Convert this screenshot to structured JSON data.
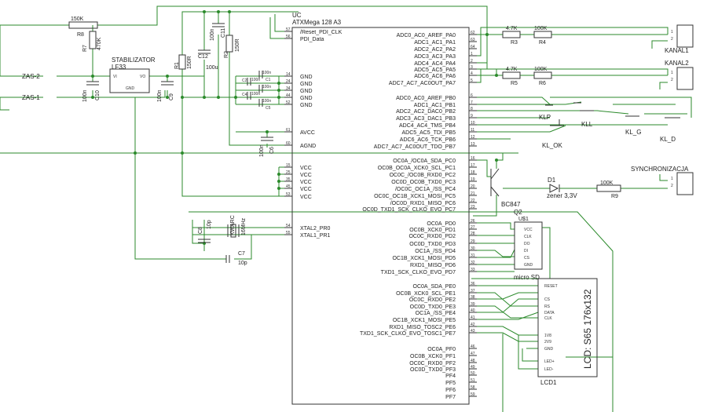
{
  "colors": {
    "wire": "#2b8a2b",
    "body": "#333333",
    "text": "#222222",
    "dot": "#2b8a2b"
  },
  "inputs": {
    "zas2": "ZAS-2",
    "zas1": "ZAS-1"
  },
  "resistors": {
    "r8": {
      "name": "R8",
      "value": "150K"
    },
    "r7": {
      "name": "R7",
      "value": "470K"
    },
    "r1": {
      "name": "R1",
      "value": "150R"
    },
    "r2": {
      "name": "R2",
      "value": "150R"
    },
    "r3": {
      "name": "R3",
      "value": "4.7K"
    },
    "r4": {
      "name": "R4",
      "value": "100K"
    },
    "r5": {
      "name": "R5",
      "value": "4.7K"
    },
    "r6": {
      "name": "R6",
      "value": "100K"
    },
    "r9": {
      "name": "R9",
      "value": "100K"
    }
  },
  "stabilizer": {
    "title": "STABILIZATOR",
    "part": "LF33",
    "vi": "VI",
    "vo": "VO",
    "gnd": "GND"
  },
  "capacitors": {
    "c12": {
      "name": "C12",
      "value": "100u"
    },
    "c11": {
      "name": "C11",
      "value": "100n"
    },
    "c10": {
      "name": "C10",
      "value": "100n"
    },
    "c9": {
      "name": "C9",
      "value": "100n"
    },
    "c1": {
      "name": "C1",
      "value": "100n"
    },
    "c2": {
      "name": "C2",
      "value": "100n"
    },
    "c3": {
      "name": "C3",
      "value": "100n"
    },
    "c4": {
      "name": "C4",
      "value": "100n"
    },
    "c5": {
      "name": "C5",
      "value": "100n"
    },
    "c6": {
      "name": "C6",
      "value": "100n"
    },
    "c7": {
      "name": "C7",
      "value": "10p"
    },
    "c8": {
      "name": "C8",
      "value": "10p"
    }
  },
  "crystal": {
    "name": "KWARC",
    "value": "16MHz"
  },
  "mcu": {
    "ref": "UC",
    "part": "ATXMega 128 A3",
    "left_pins": [
      {
        "label": "/Reset_PDI_CLK",
        "num": "57"
      },
      {
        "label": "PDI_Data",
        "num": "56"
      },
      {
        "label": "GND",
        "num": "14"
      },
      {
        "label": "GND",
        "num": "24"
      },
      {
        "label": "GND",
        "num": "34"
      },
      {
        "label": "GND",
        "num": "44"
      },
      {
        "label": "GND",
        "num": "52"
      },
      {
        "label": "AVCC",
        "num": "61"
      },
      {
        "label": "AGND",
        "num": "60"
      },
      {
        "label": "VCC",
        "num": "15"
      },
      {
        "label": "VCC",
        "num": "25"
      },
      {
        "label": "VCC",
        "num": "35"
      },
      {
        "label": "VCC",
        "num": "45"
      },
      {
        "label": "VCC",
        "num": "53"
      },
      {
        "label": "XTAL2_PR0",
        "num": "54"
      },
      {
        "label": "XTAL1_PR1",
        "num": "55"
      }
    ],
    "right_pins": [
      {
        "label": "ADC0_AC0_AREF_PA0",
        "num": "62"
      },
      {
        "label": "ADC1_AC1_PA1",
        "num": "63"
      },
      {
        "label": "ADC2_AC2_PA2",
        "num": "64"
      },
      {
        "label": "ADC3_AC3_PA3",
        "num": "1"
      },
      {
        "label": "ADC4_AC4_PA4",
        "num": "2"
      },
      {
        "label": "ADC5_AC5_PA5",
        "num": "3"
      },
      {
        "label": "ADC6_AC6_PA6",
        "num": "4"
      },
      {
        "label": "ADC7_AC7_AC0OUT_PA7",
        "num": "5"
      },
      {
        "label": "ADC0_AC0_AREF_PB0",
        "num": "6"
      },
      {
        "label": "ADC1_AC1_PB1",
        "num": "7"
      },
      {
        "label": "ADC2_AC2_DAC0_PB2",
        "num": "8"
      },
      {
        "label": "ADC3_AC3_DAC1_PB3",
        "num": "9"
      },
      {
        "label": "ADC4_AC4_TMS_PB4",
        "num": "10"
      },
      {
        "label": "ADC5_AC5_TDI_PB5",
        "num": "11"
      },
      {
        "label": "ADC6_AC6_TCK_PB6",
        "num": "12"
      },
      {
        "label": "ADC7_AC7_AC0OUT_TDO_PB7",
        "num": "13"
      },
      {
        "label": "OC0A_/OC0A_SDA_PC0",
        "num": "16"
      },
      {
        "label": "OC0B_OC0A_XCK0_SCL_PC1",
        "num": "17"
      },
      {
        "label": "OC0C_/OC0B_RXD0_PC2",
        "num": "18"
      },
      {
        "label": "OC0D_OC0B_TXD0_PC3",
        "num": "19"
      },
      {
        "label": "/OC0C_OC1A_/SS_PC4",
        "num": "20"
      },
      {
        "label": "OC0C_OC1B_XCK1_MOSI_PC5",
        "num": "21"
      },
      {
        "label": "/OC0D_RXD1_MISO_PC6",
        "num": "22"
      },
      {
        "label": "OC0D_TXD1_SCK_CLKO_EVO_PC7",
        "num": "23"
      },
      {
        "label": "OC0A_PD0",
        "num": "26"
      },
      {
        "label": "OC0B_XCK0_PD1",
        "num": "27"
      },
      {
        "label": "OC0C_RXD0_PD2",
        "num": "28"
      },
      {
        "label": "OC0D_TXD0_PD3",
        "num": "29"
      },
      {
        "label": "OC1A_/SS_PD4",
        "num": "30"
      },
      {
        "label": "OC1B_XCK1_MOSI_PD5",
        "num": "31"
      },
      {
        "label": "RXD1_MISO_PD6",
        "num": "32"
      },
      {
        "label": "TXD1_SCK_CLKO_EVO_PD7",
        "num": "33"
      },
      {
        "label": "OC0A_SDA_PE0",
        "num": "36"
      },
      {
        "label": "OC0B_XCK0_SCL_PE1",
        "num": "37"
      },
      {
        "label": "OC0C_RXD0_PE2",
        "num": "38"
      },
      {
        "label": "OC0D_TXD0_PE3",
        "num": "39"
      },
      {
        "label": "OC1A_/SS_PE4",
        "num": "40"
      },
      {
        "label": "OC1B_XCK1_MOSI_PE5",
        "num": "41"
      },
      {
        "label": "RXD1_MISO_TOSC2_PE6",
        "num": "42"
      },
      {
        "label": "TXD1_SCK_CLKO_EVO_TOSC1_PE7",
        "num": "43"
      },
      {
        "label": "OC0A_PF0",
        "num": "46"
      },
      {
        "label": "OC0B_XCK0_PF1",
        "num": "47"
      },
      {
        "label": "OC0C_RXD0_PF2",
        "num": "48"
      },
      {
        "label": "OC0D_TXD0_PF3",
        "num": "49"
      },
      {
        "label": "PF4",
        "num": "50"
      },
      {
        "label": "PF5",
        "num": "51"
      },
      {
        "label": "PF6",
        "num": "58"
      },
      {
        "label": "PF7",
        "num": "59"
      }
    ]
  },
  "connectors": {
    "kanal1": "KANAL1",
    "kanal2": "KANAL2",
    "sync": "SYNCHRONIZACJA",
    "pin1": "1",
    "pin2": "2"
  },
  "switches": {
    "klp": "KLP",
    "kll": "KLL",
    "klg": "KL_G",
    "kld": "KL_D",
    "klok": "KL_OK"
  },
  "transistor": {
    "name": "BC847",
    "ref": "Q2"
  },
  "diode": {
    "name": "D1",
    "value": "zener 3,3V"
  },
  "sd": {
    "ref": "U$1",
    "title": "micro SD",
    "pins": [
      "VCC",
      "CLK",
      "DO",
      "DI",
      "CS",
      "GND"
    ]
  },
  "lcd": {
    "title": "LCD: S65 176x132",
    "ref": "LCD1",
    "pins": [
      "RESET",
      "CS",
      "RS",
      "DATA",
      "CLK",
      "1V8",
      "2V9",
      "GND",
      "LED+",
      "LED-"
    ]
  }
}
